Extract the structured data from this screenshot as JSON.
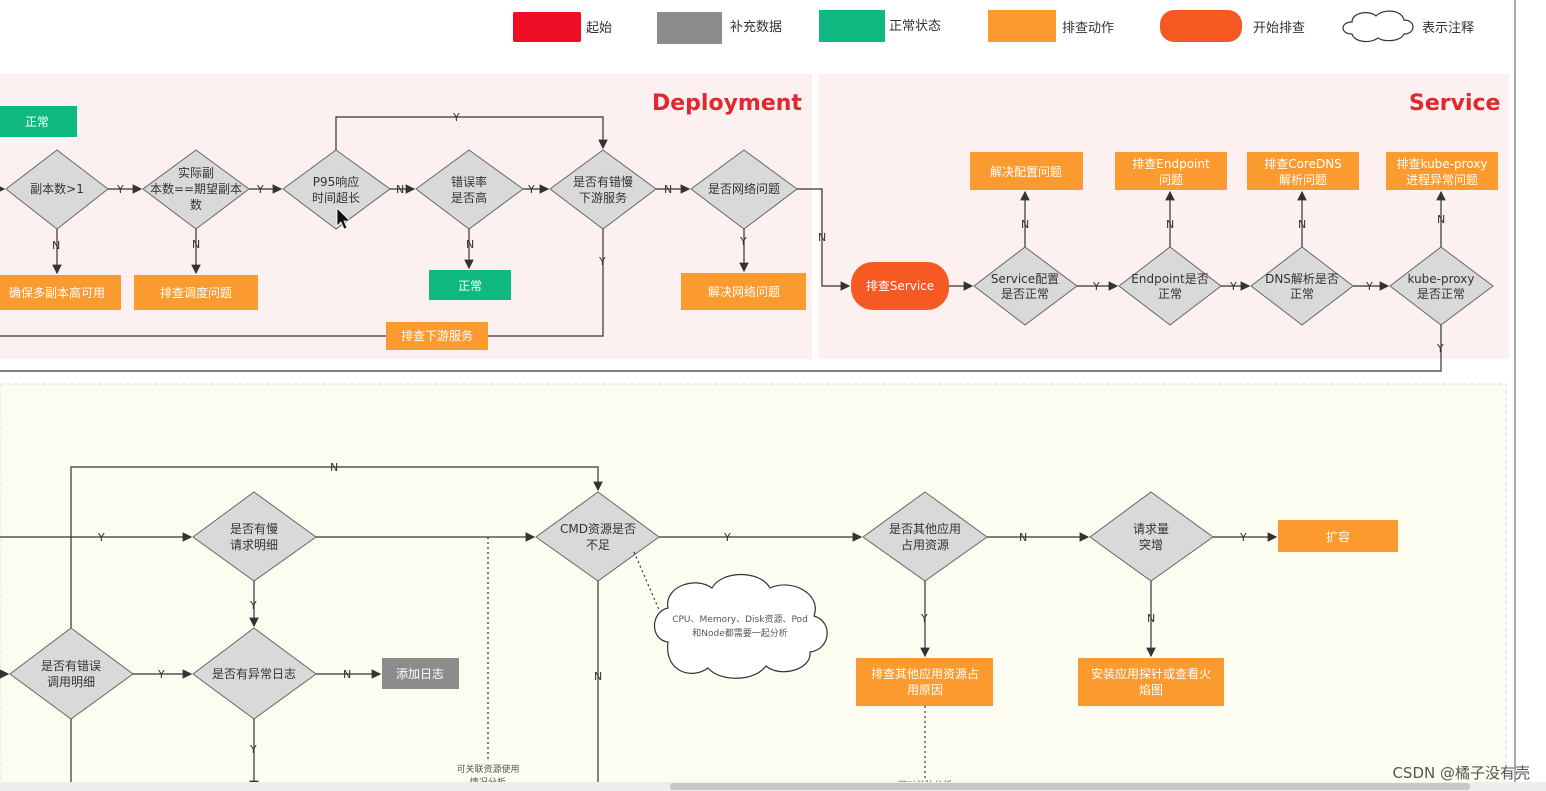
{
  "legend": {
    "start": "起始",
    "supplement": "补充数据",
    "normal": "正常状态",
    "action": "排查动作",
    "begin": "开始排查",
    "note": "表示注释"
  },
  "colors": {
    "start": "#ee0d24",
    "supplement": "#8c8c8c",
    "normal": "#10b981",
    "action": "#fb9a2e",
    "begin": "#f65a22",
    "diamond": "#d9d9d9",
    "deployment_bg": "#fdf0f0",
    "service_bg": "#fdf0f0",
    "bottom_bg": "#fcfcf0"
  },
  "sections": {
    "deployment": "Deployment",
    "service": "Service"
  },
  "deployment": {
    "normal_top": "正常",
    "d_replicas": "副本数>1",
    "d_actual_1": "实际副",
    "d_actual_2": "本数==期望副本",
    "d_actual_3": "数",
    "d_p95_1": "P95响应",
    "d_p95_2": "时间超长",
    "d_err_1": "错误率",
    "d_err_2": "是否高",
    "d_slow_1": "是否有错慢",
    "d_slow_2": "下游服务",
    "d_net": "是否网络问题",
    "a_ha": "确保多副本高可用",
    "a_sched": "排查调度问题",
    "normal_mid": "正常",
    "a_net": "解决网络问题",
    "a_down": "排查下游服务"
  },
  "service": {
    "begin": "排查Service",
    "d_cfg_1": "Service配置",
    "d_cfg_2": "是否正常",
    "d_ep_1": "Endpoint是否",
    "d_ep_2": "正常",
    "d_dns_1": "DNS解析是否",
    "d_dns_2": "正常",
    "d_kp_1": "kube-proxy",
    "d_kp_2": "是否正常",
    "a_cfg": "解决配置问题",
    "a_ep_1": "排查Endpoint",
    "a_ep_2": "问题",
    "a_dns_1": "排查CoreDNS",
    "a_dns_2": "解析问题",
    "a_kp_1": "排查kube-proxy",
    "a_kp_2": "进程异常问题"
  },
  "bottom": {
    "d_slowreq_1": "是否有慢",
    "d_slowreq_2": "请求明细",
    "d_errcall_1": "是否有错误",
    "d_errcall_2": "调用明细",
    "d_errlog": "是否有异常日志",
    "s_addlog": "添加日志",
    "d_cmd_1": "CMD资源是否",
    "d_cmd_2": "不足",
    "note_1": "CPU、Memory、Disk资源、Pod",
    "note_2": "和Node都需要一起分析",
    "d_other_1": "是否其他应用",
    "d_other_2": "占用资源",
    "d_burst_1": "请求量",
    "d_burst_2": "突增",
    "a_scale": "扩容",
    "a_other_1": "排查其他应用资源占",
    "a_other_2": "用原因",
    "a_probe_1": "安装应用探针或查看火",
    "a_probe_2": "焰图",
    "foot_1": "可关联资源使用",
    "foot_2": "情况分析",
    "foot_3": "可以单独分析"
  },
  "edge_labels": {
    "y": "Y",
    "n": "N"
  },
  "watermark": "CSDN @橘子没有壳"
}
